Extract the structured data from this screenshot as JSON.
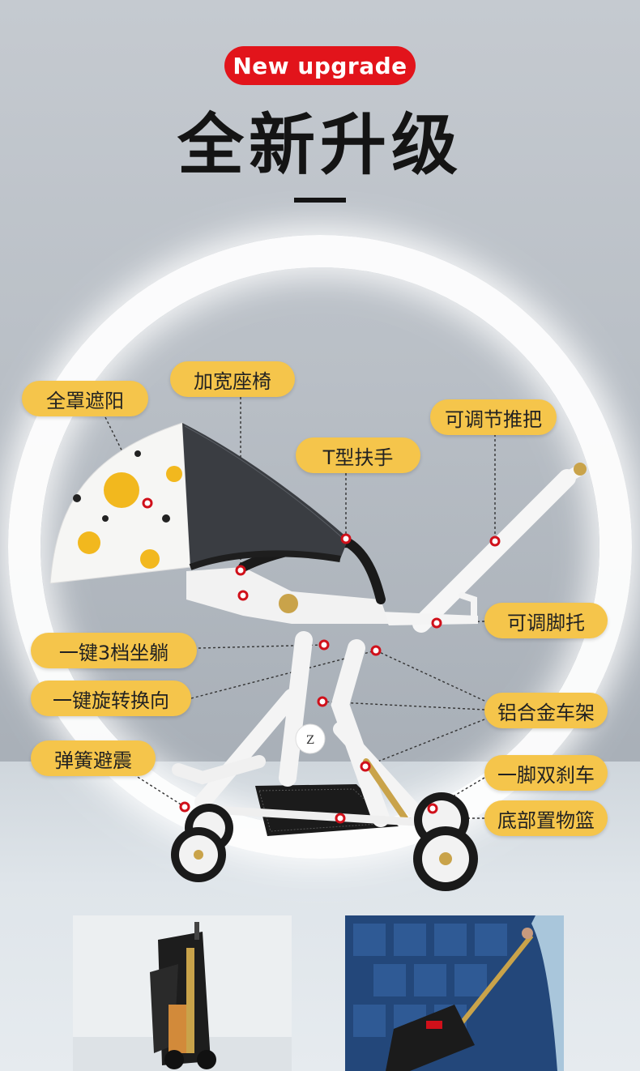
{
  "header": {
    "badge": "New upgrade",
    "title": "全新升级"
  },
  "labels": {
    "canopy": "全罩遮阳",
    "wide_seat": "加宽座椅",
    "adjustable_handle": "可调节推把",
    "t_armrest": "T型扶手",
    "adjustable_footrest": "可调脚托",
    "recline": "一键3档坐躺",
    "rotate": "一键旋转换向",
    "aluminum_frame": "铝合金车架",
    "suspension": "弹簧避震",
    "double_brake": "一脚双刹车",
    "bottom_basket": "底部置物篮"
  },
  "colors": {
    "badge_red": "#e2141b",
    "label_yellow": "#f5c54b",
    "marker_red": "#d0101a",
    "title_black": "#141414"
  }
}
